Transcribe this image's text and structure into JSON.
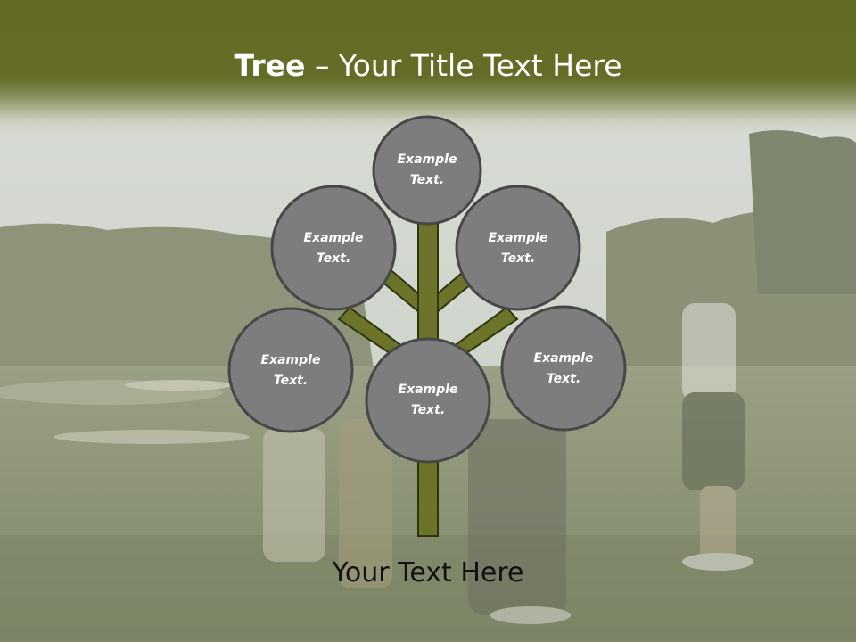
{
  "slide": {
    "title_bold": "Tree",
    "title_rest": " – Your Title Text Here",
    "footer": "Your Text Here"
  },
  "nodes": [
    {
      "id": "top",
      "line1": "Example",
      "line2": "Text."
    },
    {
      "id": "upper-left",
      "line1": "Example",
      "line2": "Text."
    },
    {
      "id": "upper-right",
      "line1": "Example",
      "line2": "Text."
    },
    {
      "id": "lower-left",
      "line1": "Example",
      "line2": "Text."
    },
    {
      "id": "lower-right",
      "line1": "Example",
      "line2": "Text."
    },
    {
      "id": "center",
      "line1": "Example",
      "line2": "Text."
    }
  ],
  "colors": {
    "header": "#636b25",
    "branch": "#6b7428",
    "branch_outline": "#2f3410",
    "node_fill": "#7d7d7d",
    "node_stroke": "#474747",
    "node_text": "#ffffff",
    "footer_text": "#111111"
  }
}
